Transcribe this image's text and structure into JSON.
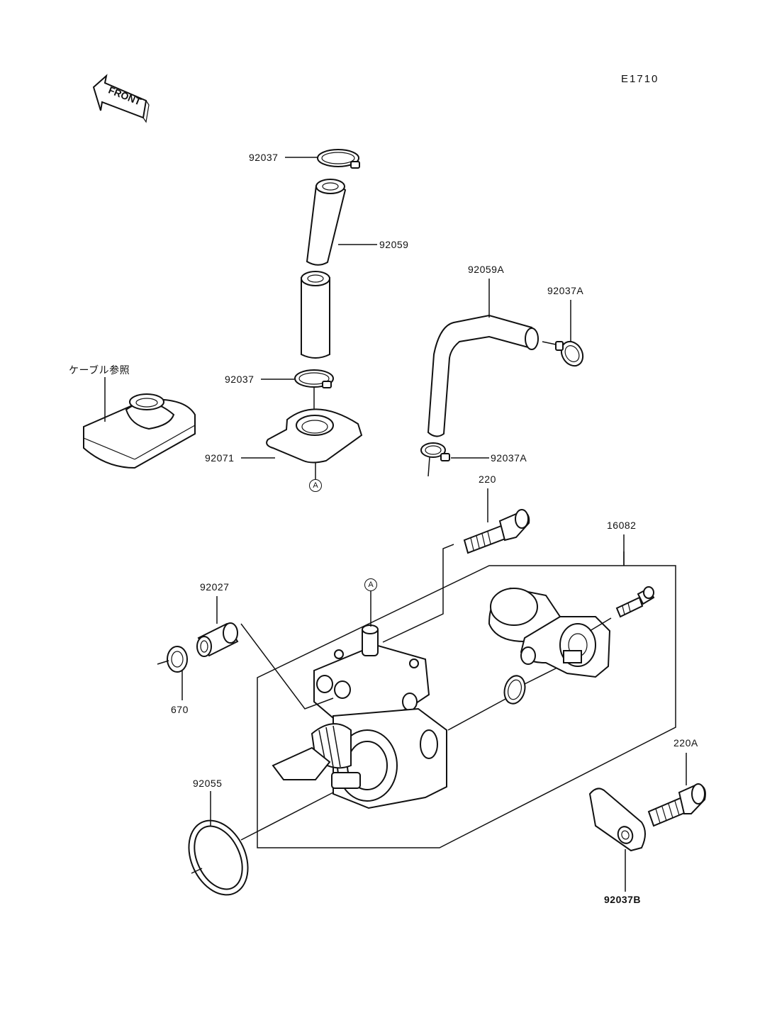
{
  "diagram_code": "E1710",
  "front_label": "FRONT",
  "cable_ref_label": "ケーブル参照",
  "ref_marker": "A",
  "parts": {
    "clamp_top": "92037",
    "hose_top": "92059",
    "clamp_mid": "92037",
    "cable_cover": "92071",
    "hose_bent": "92059A",
    "clamp_bent_top": "92037A",
    "clamp_bent_bottom": "92037A",
    "bolt_220": "220",
    "pump_assy": "16082",
    "collar": "92027",
    "washer": "670",
    "gasket": "92055",
    "bolt_220a": "220A",
    "bracket": "92037B"
  }
}
